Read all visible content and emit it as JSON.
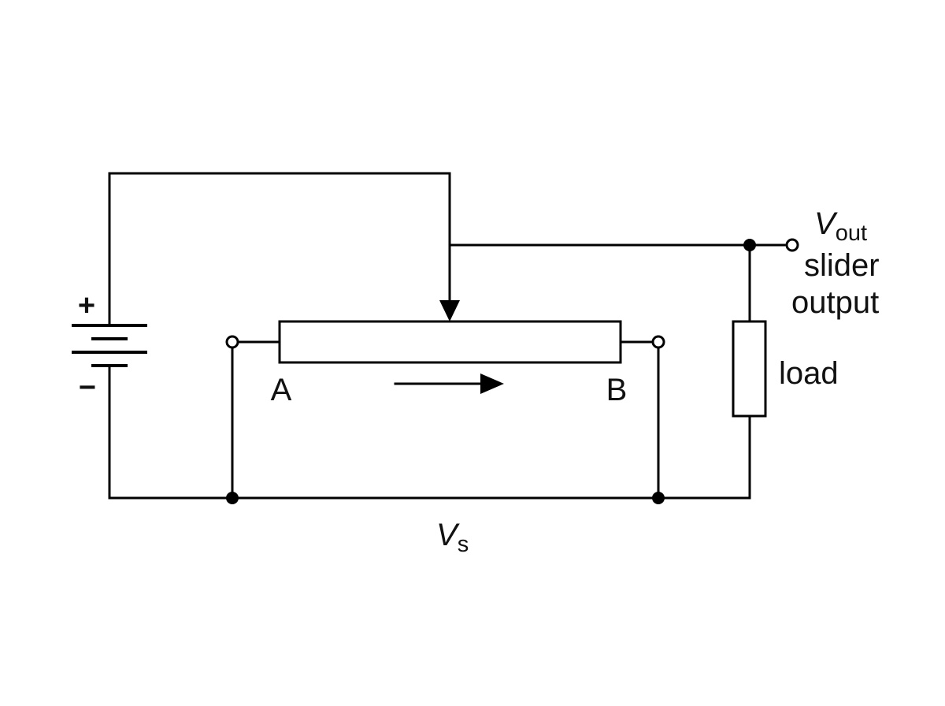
{
  "diagram": {
    "battery": {
      "positive_sign": "+",
      "negative_sign": "−"
    },
    "rheostat": {
      "end_a_label": "A",
      "end_b_label": "B"
    },
    "output": {
      "symbol": "V",
      "subscript": "out",
      "caption_line1": "slider",
      "caption_line2": "output"
    },
    "load": {
      "label": "load"
    },
    "supply_voltage": {
      "symbol": "V",
      "subscript": "s"
    }
  }
}
